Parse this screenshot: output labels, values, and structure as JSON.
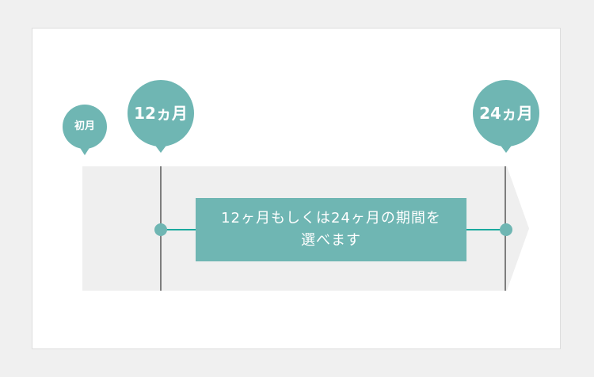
{
  "diagram": {
    "start_label": "初月",
    "mid_label": "12ヵ月",
    "end_label": "24ヵ月",
    "period_text": "12ヶ月もしくは24ヶ月の期間を\n選べます"
  },
  "colors": {
    "teal": "#6fb6b3",
    "connector": "#1aa99e",
    "band": "#efefef",
    "divider": "#7d7d7d"
  }
}
